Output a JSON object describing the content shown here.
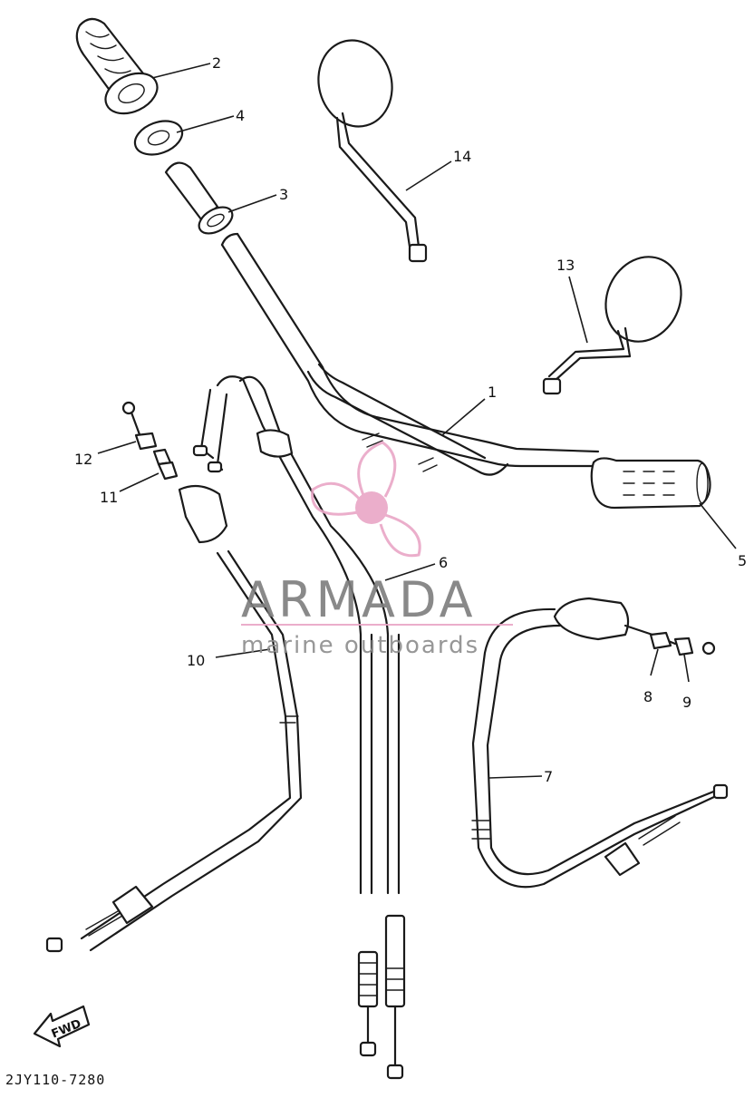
{
  "callouts": {
    "c1": "1",
    "c2": "2",
    "c3": "3",
    "c4": "4",
    "c5": "5",
    "c6": "6",
    "c7": "7",
    "c8": "8",
    "c9": "9",
    "c10": "10",
    "c11": "11",
    "c12": "12",
    "c13": "13",
    "c14": "14"
  },
  "fwd_label": "FWD",
  "diagram_code": "2JY110-7280",
  "watermark": {
    "brand": "ARMADA",
    "tagline": "marine outboards",
    "logo_color": "#e9a6c6",
    "text_color": "#7d7d7d"
  }
}
